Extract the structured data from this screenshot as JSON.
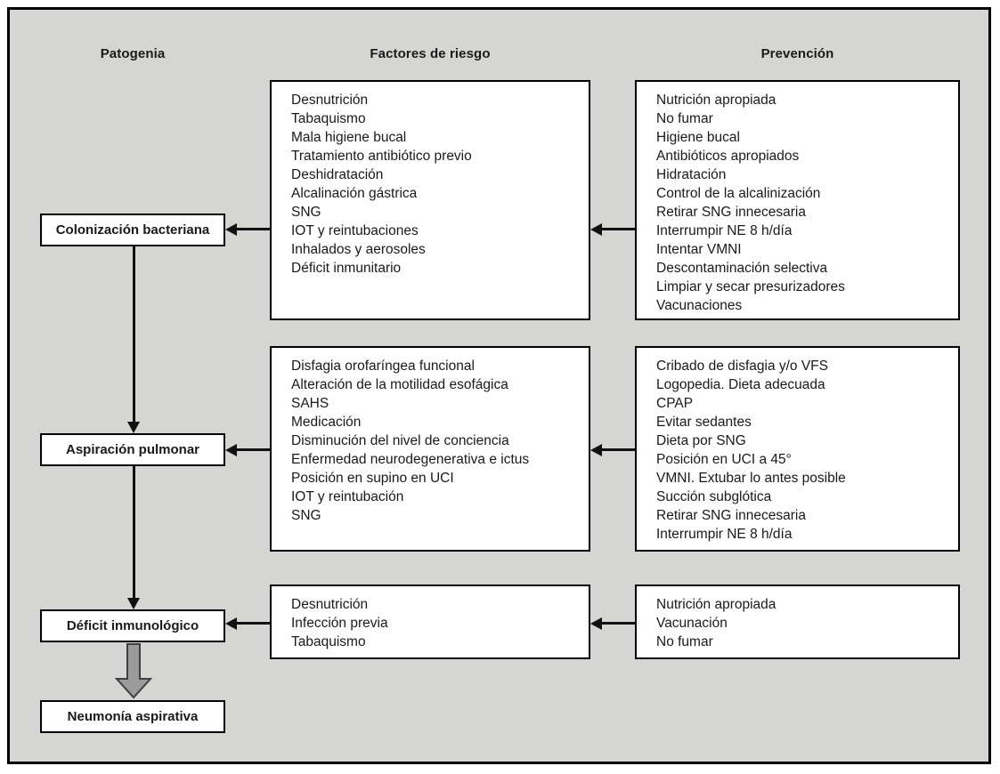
{
  "headers": {
    "pathogenesis": "Patogenia",
    "risk_factors": "Factores de riesgo",
    "prevention": "Prevención"
  },
  "pathogenesis": {
    "stages": [
      {
        "label": "Colonización bacteriana"
      },
      {
        "label": "Aspiración pulmonar"
      },
      {
        "label": "Déficit inmunológico"
      },
      {
        "label": "Neumonía aspirativa"
      }
    ]
  },
  "rows": [
    {
      "risk_factors": [
        "Desnutrición",
        "Tabaquismo",
        "Mala higiene bucal",
        "Tratamiento antibiótico previo",
        "Deshidratación",
        "Alcalinación gástrica",
        "SNG",
        "IOT y reintubaciones",
        "Inhalados y aerosoles",
        "Déficit inmunitario"
      ],
      "prevention": [
        "Nutrición apropiada",
        "No fumar",
        "Higiene bucal",
        "Antibióticos apropiados",
        "Hidratación",
        "Control de la alcalinización",
        "Retirar SNG innecesaria",
        "Interrumpir NE 8 h/día",
        "Intentar VMNI",
        "Descontaminación selectiva",
        "Limpiar y secar presurizadores",
        "Vacunaciones"
      ]
    },
    {
      "risk_factors": [
        "Disfagia orofaríngea funcional",
        "Alteración de la motilidad esofágica",
        "SAHS",
        "Medicación",
        "Disminución del nivel de conciencia",
        "Enfermedad neurodegenerativa e ictus",
        "Posición en supino en UCI",
        "IOT y reintubación",
        "SNG"
      ],
      "prevention": [
        "Cribado de disfagia y/o VFS",
        "Logopedia. Dieta adecuada",
        "CPAP",
        "Evitar sedantes",
        "Dieta por SNG",
        "Posición en UCI a 45°",
        "VMNI. Extubar lo antes posible",
        "Succión subglótica",
        "Retirar SNG innecesaria",
        "Interrumpir NE 8 h/día"
      ]
    },
    {
      "risk_factors": [
        "Desnutrición",
        "Infección previa",
        "Tabaquismo"
      ],
      "prevention": [
        "Nutrición apropiada",
        "Vacunación",
        "No fumar"
      ]
    }
  ],
  "colors": {
    "canvas_background": "#d5d6d3",
    "box_background": "#ffffff",
    "line": "#111111",
    "final_arrow_fill": "#9b9b9b",
    "final_arrow_stroke": "#3f3f3f"
  }
}
